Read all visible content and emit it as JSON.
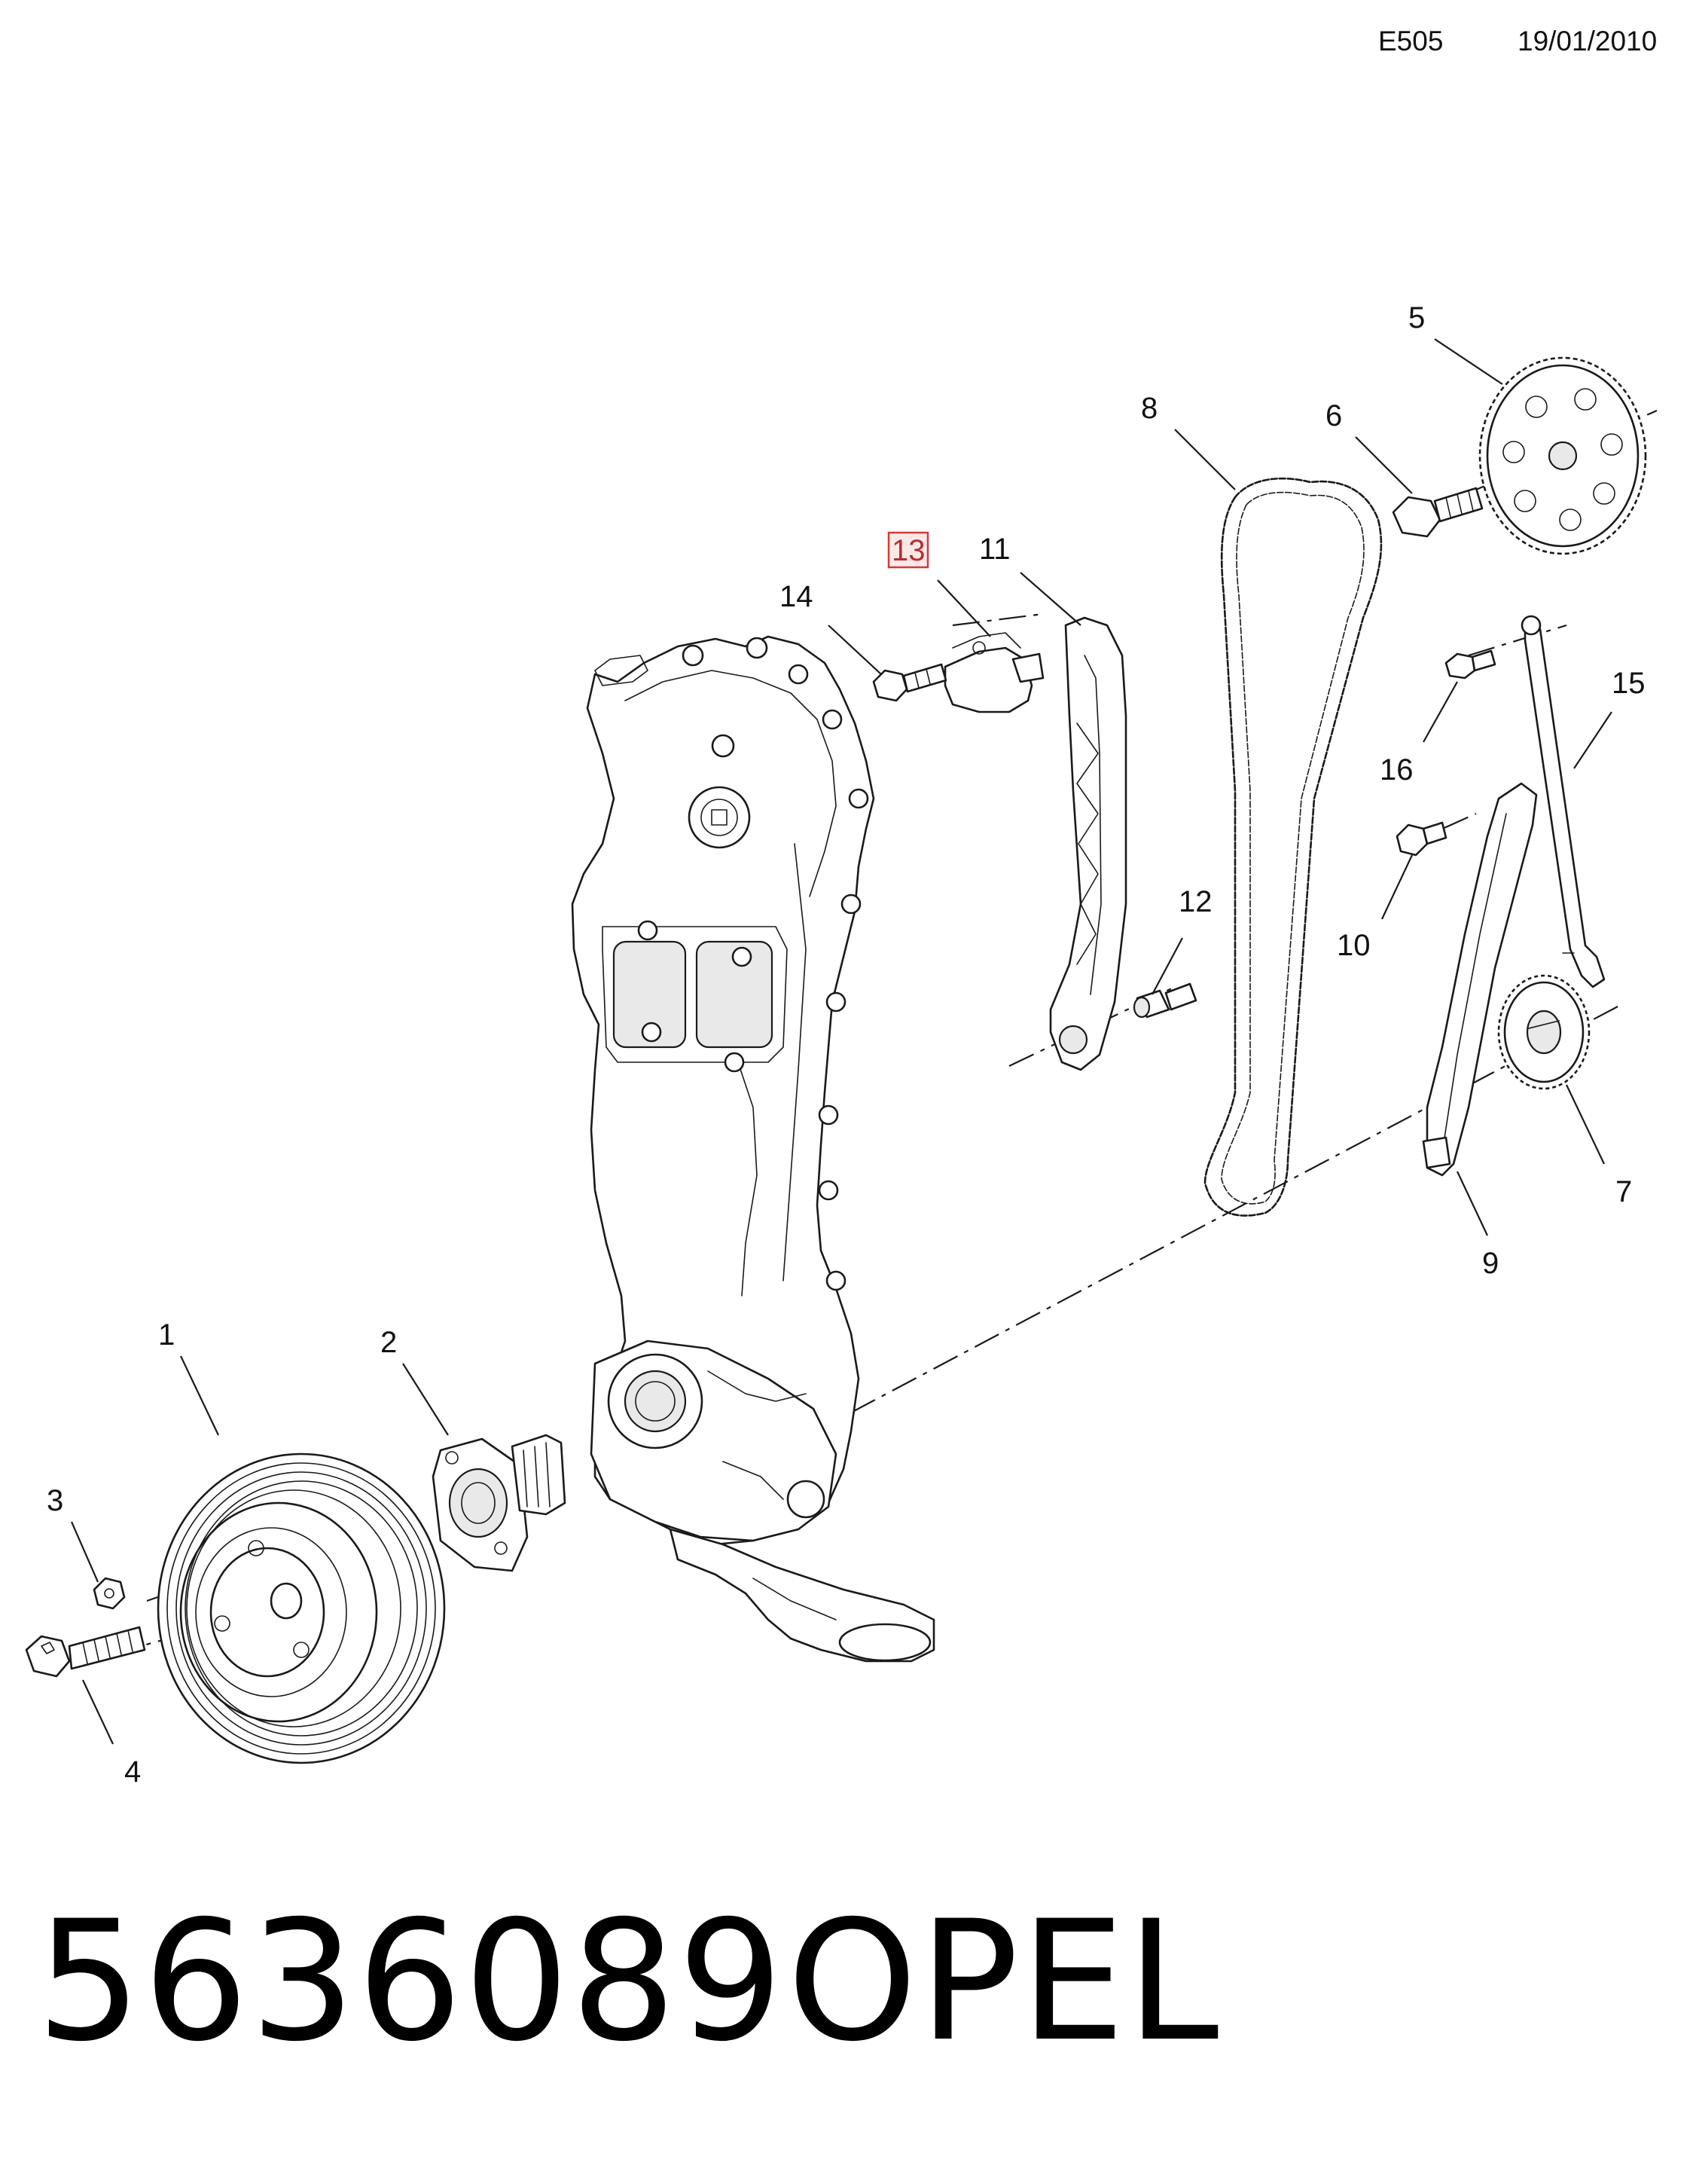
{
  "header": {
    "doc_code": "E505",
    "date": "19/01/2010"
  },
  "footer": {
    "part_number": "5636089",
    "brand": "OPEL"
  },
  "callouts": [
    {
      "id": "1",
      "label": "1"
    },
    {
      "id": "2",
      "label": "2"
    },
    {
      "id": "3",
      "label": "3"
    },
    {
      "id": "4",
      "label": "4"
    },
    {
      "id": "5",
      "label": "5"
    },
    {
      "id": "6",
      "label": "6"
    },
    {
      "id": "7",
      "label": "7"
    },
    {
      "id": "8",
      "label": "8"
    },
    {
      "id": "9",
      "label": "9"
    },
    {
      "id": "10",
      "label": "10"
    },
    {
      "id": "11",
      "label": "11"
    },
    {
      "id": "12",
      "label": "12"
    },
    {
      "id": "13",
      "label": "13",
      "highlighted": true
    },
    {
      "id": "14",
      "label": "14"
    },
    {
      "id": "15",
      "label": "15"
    },
    {
      "id": "16",
      "label": "16"
    }
  ],
  "colors": {
    "line": "#1a1a1a",
    "highlight_border": "#d23a3a",
    "highlight_fill": "#fde8e8"
  }
}
